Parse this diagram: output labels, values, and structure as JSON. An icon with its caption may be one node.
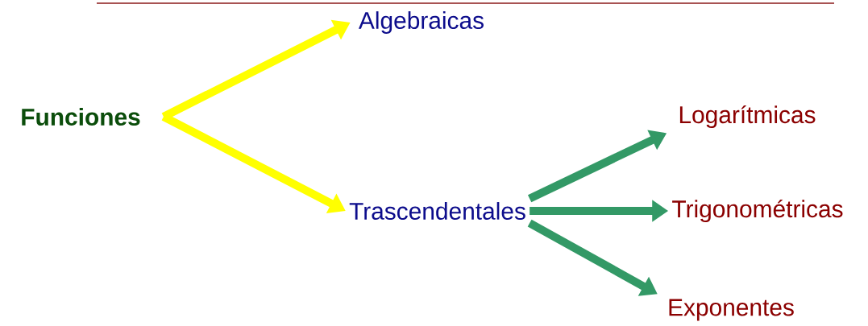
{
  "diagram": {
    "nodes": [
      {
        "text": [
          "Funciones"
        ]
      },
      {
        "text": [
          "Algebraicas"
        ]
      },
      {
        "text": [
          "Trascendentales"
        ]
      },
      {
        "text": [
          "Logarítmicas"
        ]
      },
      {
        "text": [
          "Trigonométricas"
        ]
      },
      {
        "text": [
          "Exponentes"
        ]
      }
    ],
    "edges": [
      {
        "from": 0,
        "to": 1,
        "arrow": "to",
        "color": "#ffff00"
      },
      {
        "from": 0,
        "to": 2,
        "arrow": "to",
        "color": "#ffff00"
      },
      {
        "from": 2,
        "to": 3,
        "arrow": "to"
      },
      {
        "from": 2,
        "to": 4,
        "arrow": "to"
      },
      {
        "from": 2,
        "to": 5,
        "arrow": "to"
      }
    ]
  }
}
